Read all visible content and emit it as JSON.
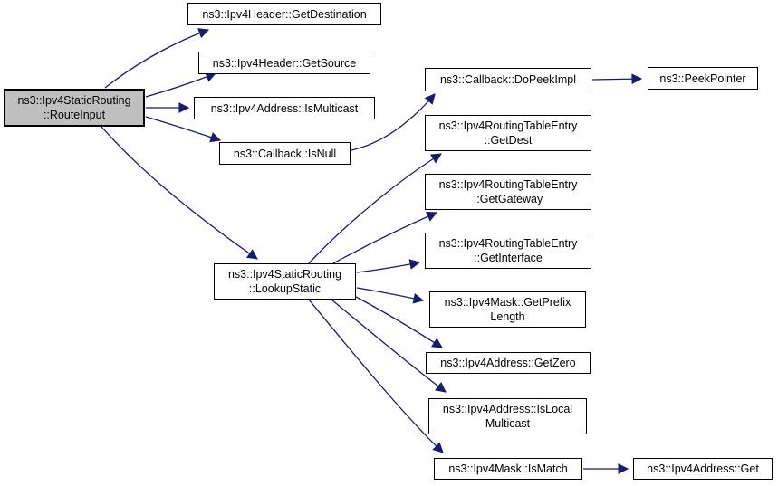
{
  "diagram": {
    "type": "call-graph",
    "root": "ns3::Ipv4StaticRouting::RouteInput",
    "nodes": [
      {
        "id": "route-input",
        "lines": [
          "ns3::Ipv4StaticRouting",
          "::RouteInput"
        ],
        "highlighted": true
      },
      {
        "id": "get-destination",
        "lines": [
          "ns3::Ipv4Header::GetDestination"
        ],
        "highlighted": false
      },
      {
        "id": "get-source",
        "lines": [
          "ns3::Ipv4Header::GetSource"
        ],
        "highlighted": false
      },
      {
        "id": "is-multicast",
        "lines": [
          "ns3::Ipv4Address::IsMulticast"
        ],
        "highlighted": false
      },
      {
        "id": "is-null",
        "lines": [
          "ns3::Callback::IsNull"
        ],
        "highlighted": false
      },
      {
        "id": "lookup-static",
        "lines": [
          "ns3::Ipv4StaticRouting",
          "::LookupStatic"
        ],
        "highlighted": false
      },
      {
        "id": "do-peek-impl",
        "lines": [
          "ns3::Callback::DoPeekImpl"
        ],
        "highlighted": false
      },
      {
        "id": "peek-pointer",
        "lines": [
          "ns3::PeekPointer"
        ],
        "highlighted": false
      },
      {
        "id": "get-dest",
        "lines": [
          "ns3::Ipv4RoutingTableEntry",
          "::GetDest"
        ],
        "highlighted": false
      },
      {
        "id": "get-gateway",
        "lines": [
          "ns3::Ipv4RoutingTableEntry",
          "::GetGateway"
        ],
        "highlighted": false
      },
      {
        "id": "get-interface",
        "lines": [
          "ns3::Ipv4RoutingTableEntry",
          "::GetInterface"
        ],
        "highlighted": false
      },
      {
        "id": "get-prefix-length",
        "lines": [
          "ns3::Ipv4Mask::GetPrefix",
          "Length"
        ],
        "highlighted": false
      },
      {
        "id": "get-zero",
        "lines": [
          "ns3::Ipv4Address::GetZero"
        ],
        "highlighted": false
      },
      {
        "id": "is-local-multicast",
        "lines": [
          "ns3::Ipv4Address::IsLocal",
          "Multicast"
        ],
        "highlighted": false
      },
      {
        "id": "is-match",
        "lines": [
          "ns3::Ipv4Mask::IsMatch"
        ],
        "highlighted": false
      },
      {
        "id": "get",
        "lines": [
          "ns3::Ipv4Address::Get"
        ],
        "highlighted": false
      }
    ],
    "edges": [
      {
        "from": "route-input",
        "to": "get-destination"
      },
      {
        "from": "route-input",
        "to": "get-source"
      },
      {
        "from": "route-input",
        "to": "is-multicast"
      },
      {
        "from": "route-input",
        "to": "is-null"
      },
      {
        "from": "route-input",
        "to": "lookup-static"
      },
      {
        "from": "is-null",
        "to": "do-peek-impl"
      },
      {
        "from": "do-peek-impl",
        "to": "peek-pointer"
      },
      {
        "from": "lookup-static",
        "to": "get-dest"
      },
      {
        "from": "lookup-static",
        "to": "get-gateway"
      },
      {
        "from": "lookup-static",
        "to": "get-interface"
      },
      {
        "from": "lookup-static",
        "to": "get-prefix-length"
      },
      {
        "from": "lookup-static",
        "to": "get-zero"
      },
      {
        "from": "lookup-static",
        "to": "is-local-multicast"
      },
      {
        "from": "lookup-static",
        "to": "is-match"
      },
      {
        "from": "is-match",
        "to": "get"
      }
    ],
    "colors": {
      "edge": "#191970",
      "node_border": "#000000",
      "node_fill": "#ffffff",
      "highlight_fill": "#bfbfbf",
      "text": "#000000",
      "background": "#ffffff"
    }
  }
}
